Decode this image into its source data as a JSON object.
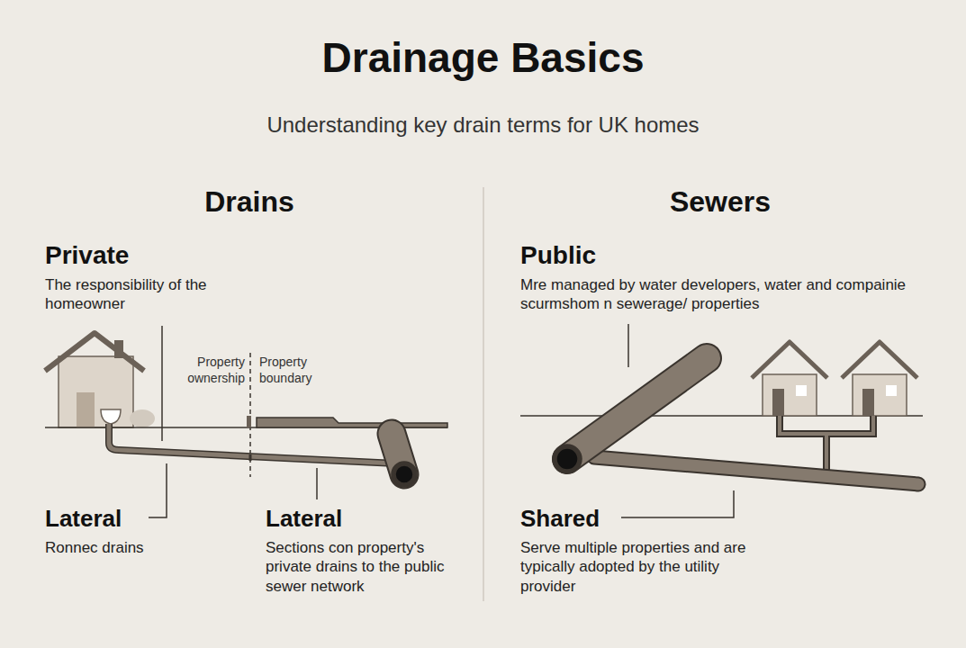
{
  "diagram": {
    "title": "Drainage Basics",
    "labels": [
      "Understanding key drain terms for UK homes",
      "Drains",
      "Sewers",
      "Private",
      "The responsibility of the homeowner",
      "Property ownership",
      "Property boundary",
      "Lateral",
      "Ronnec drains",
      "Lateral",
      "Sections con property's private drains to the public sewer network",
      "Public",
      "Mre managed by water developers, water and compainie scurmshom n sewerage/ properties",
      "Shared",
      "Serve multiple properties and are typically adopted by the utility provider"
    ]
  }
}
